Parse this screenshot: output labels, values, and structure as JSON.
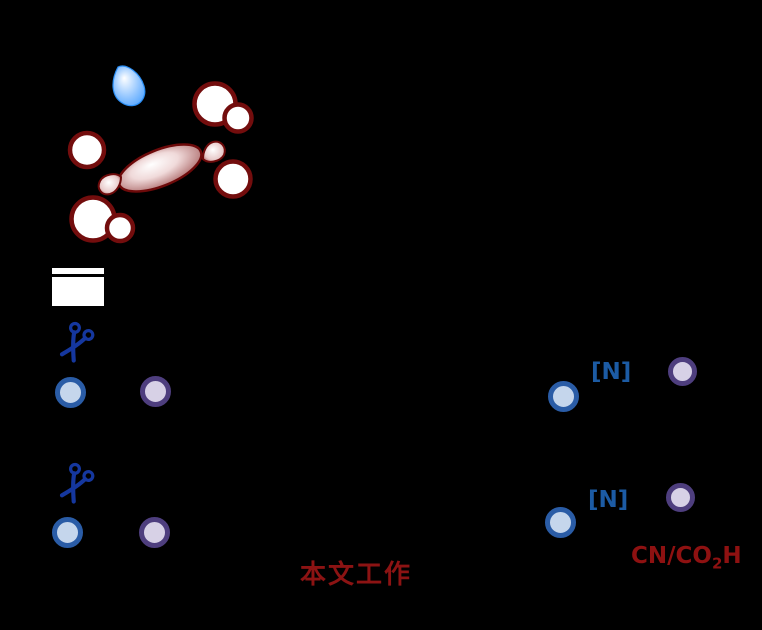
{
  "figure": {
    "background_color": "#000000",
    "this_work_label": "本文工作",
    "this_work_color": "#8c1313",
    "nitrogen_labels": [
      "[N]",
      "[N]"
    ],
    "nitrogen_color": "#1c5ba4",
    "cn_co2h": {
      "prefix": "CN/CO",
      "subscript": "2",
      "suffix": "H",
      "color": "#8e1111"
    },
    "orbital_graphic": {
      "type": "sigma-bond-molecular-orbital",
      "atom_sphere_fill": "#ffffff",
      "atom_sphere_outline": "#730d0d",
      "bond_lobe_gradient": [
        "#ffffff",
        "#e8caca",
        "#7c1212"
      ],
      "droplet_gradient": [
        "#ffffff",
        "#8cc2ff",
        "#1f8cff"
      ]
    },
    "icons": {
      "scissors_color": "#15379e",
      "white_box": {
        "fill": "#ffffff",
        "divider": "#000000"
      }
    },
    "nodes": {
      "blue_fill": "#c5d6ec",
      "blue_stroke": "#2a5ca6",
      "purple_fill": "#d7d1e6",
      "purple_stroke": "#4e3e7e"
    }
  }
}
